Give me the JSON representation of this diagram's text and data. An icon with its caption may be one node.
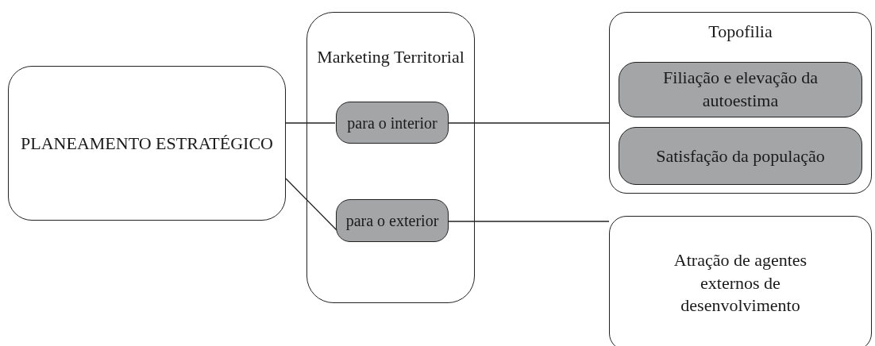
{
  "diagram": {
    "nodes": [
      {
        "text": [
          "PLANEAMENTO ESTRATÉGICO"
        ]
      },
      {
        "text": [
          "Marketing Territorial"
        ]
      },
      {
        "text": [
          "para o interior"
        ],
        "in": 1
      },
      {
        "text": [
          "para o exterior"
        ],
        "in": 1
      },
      {
        "text": [
          "Topofilia"
        ]
      },
      {
        "text": [
          "Filiação e elevação da autoestima"
        ],
        "in": 4
      },
      {
        "text": [
          "Satisfação da população"
        ],
        "in": 4
      },
      {
        "text": [
          "Atração de agentes externos de desenvolvimento"
        ]
      }
    ],
    "edges": [
      {
        "from": 0,
        "to": 2,
        "arrow": "none"
      },
      {
        "from": 0,
        "to": 3,
        "arrow": "none"
      },
      {
        "from": 2,
        "to": 4,
        "arrow": "none"
      },
      {
        "from": 3,
        "to": 7,
        "arrow": "none"
      }
    ]
  }
}
